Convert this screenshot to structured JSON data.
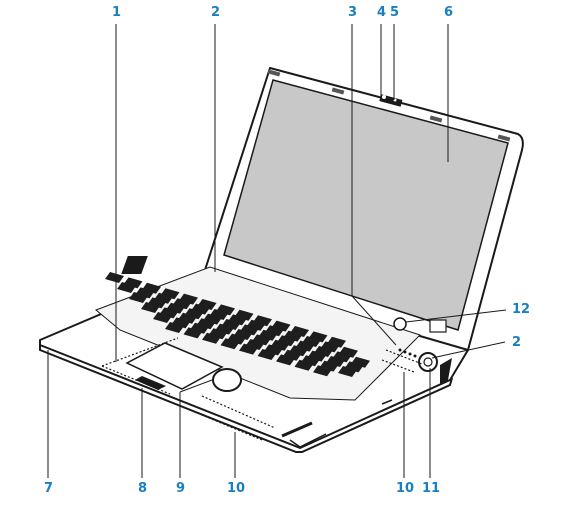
{
  "callouts": {
    "c1": "1",
    "c2_top": "2",
    "c3": "3",
    "c4": "4",
    "c5": "5",
    "c6": "6",
    "c12": "12",
    "c2_right": "2",
    "c7": "7",
    "c8": "8",
    "c9": "9",
    "c10_bottom": "10",
    "c10_right": "10",
    "c11": "11"
  },
  "colors": {
    "label": "#1a7fc0",
    "leader_line": "#1a1a1a",
    "screen": "#c8c8c8",
    "bezel": "#ffffff",
    "outline": "#1a1a1a",
    "key": "#1e1e1e"
  }
}
